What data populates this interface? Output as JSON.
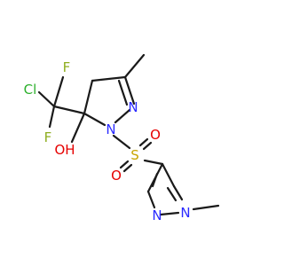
{
  "atom_labels": {
    "cl": "Cl",
    "f_upper": "F",
    "f_lower": "F",
    "oh": "OH",
    "n_ring_upper": "N",
    "n_ring_lower": "N",
    "s": "S",
    "o_sulfonyl_upper": "O",
    "o_sulfonyl_lower": "O",
    "n_pyrazole_left": "N",
    "n_pyrazole_right": "N"
  },
  "colors": {
    "bond": "#1a1a1a",
    "chlorine": "#2db02d",
    "fluorine": "#8fae1f",
    "oxygen": "#e60000",
    "nitrogen": "#2a2aff",
    "sulfur": "#c8a400"
  }
}
